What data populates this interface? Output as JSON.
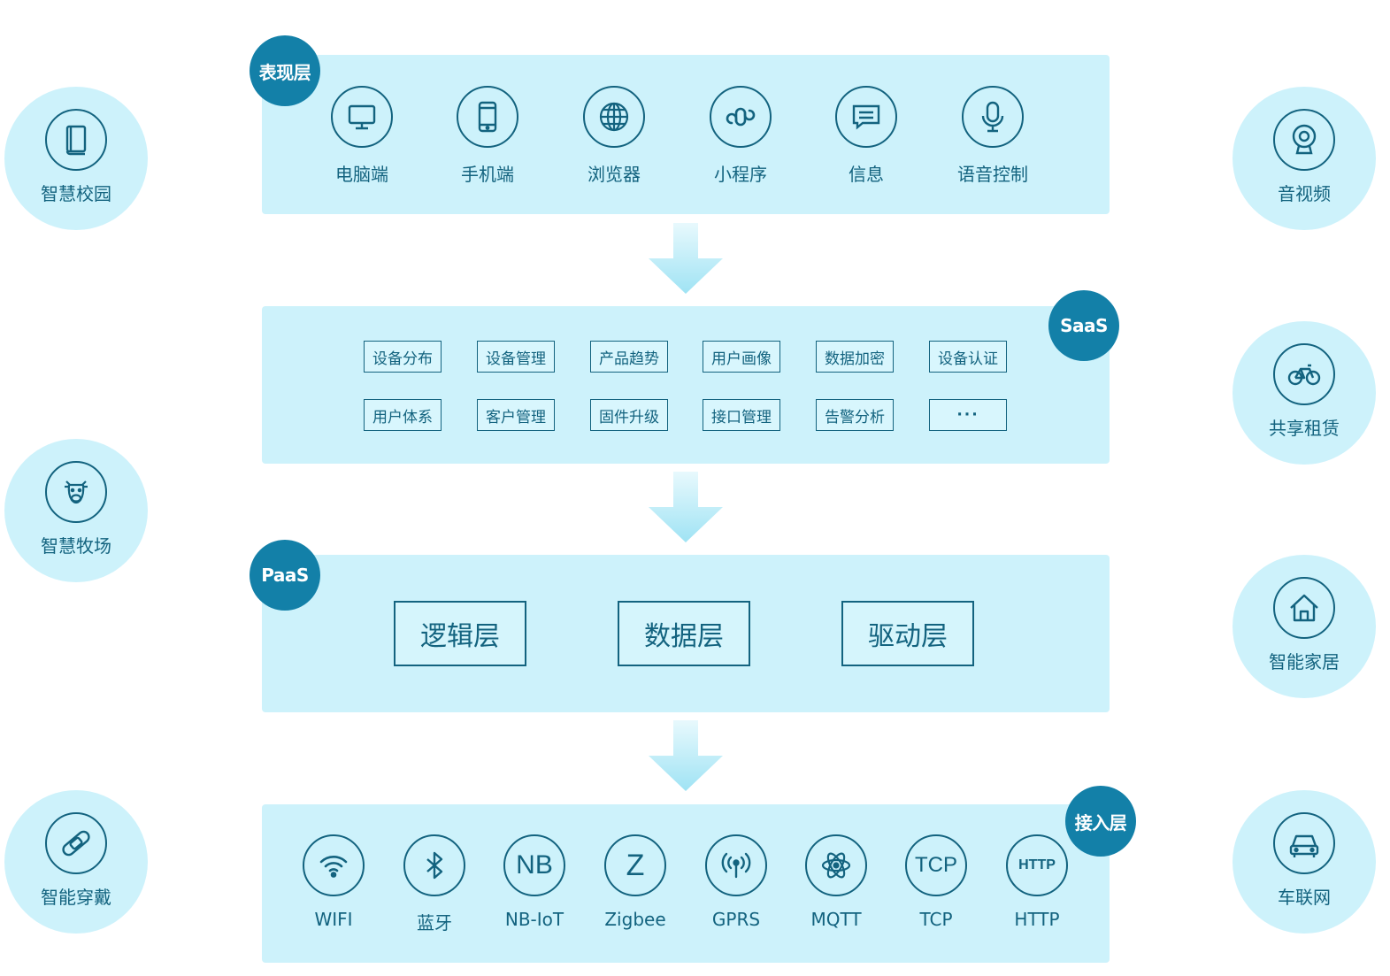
{
  "presentation_layer": {
    "badge": "表现层",
    "items": [
      {
        "label": "电脑端",
        "icon": "monitor-icon"
      },
      {
        "label": "手机端",
        "icon": "phone-icon"
      },
      {
        "label": "浏览器",
        "icon": "globe-icon"
      },
      {
        "label": "小程序",
        "icon": "mini-program-icon"
      },
      {
        "label": "信息",
        "icon": "message-icon"
      },
      {
        "label": "语音控制",
        "icon": "microphone-icon"
      }
    ]
  },
  "saas_layer": {
    "badge": "SaaS",
    "items": [
      "设备分布",
      "设备管理",
      "产品趋势",
      "用户画像",
      "数据加密",
      "设备认证",
      "用户体系",
      "客户管理",
      "固件升级",
      "接口管理",
      "告警分析",
      "···"
    ]
  },
  "paas_layer": {
    "badge": "PaaS",
    "items": [
      "逻辑层",
      "数据层",
      "驱动层"
    ]
  },
  "access_layer": {
    "badge": "接入层",
    "items": [
      {
        "label": "WIFI",
        "icon": "wifi-icon"
      },
      {
        "label": "蓝牙",
        "icon": "bluetooth-icon"
      },
      {
        "label": "NB-IoT",
        "icon": "nb-icon",
        "glyph": "NB"
      },
      {
        "label": "Zigbee",
        "icon": "zigbee-icon",
        "glyph": "Z"
      },
      {
        "label": "GPRS",
        "icon": "antenna-icon"
      },
      {
        "label": "MQTT",
        "icon": "atom-icon"
      },
      {
        "label": "TCP",
        "icon": "tcp-icon",
        "glyph": "TCP"
      },
      {
        "label": "HTTP",
        "icon": "http-icon",
        "glyph": "HTTP"
      }
    ]
  },
  "left_scenarios": [
    {
      "label": "智慧校园",
      "icon": "book-icon"
    },
    {
      "label": "智慧牧场",
      "icon": "cow-icon"
    },
    {
      "label": "智能穿戴",
      "icon": "wristband-icon"
    }
  ],
  "right_scenarios": [
    {
      "label": "音视频",
      "icon": "camera-icon"
    },
    {
      "label": "共享租赁",
      "icon": "bicycle-icon"
    },
    {
      "label": "智能家居",
      "icon": "house-icon"
    },
    {
      "label": "车联网",
      "icon": "car-icon"
    }
  ],
  "colors": {
    "panel": "#cdf2fb",
    "badge": "#1380a8",
    "line": "#13637f",
    "arrow": "#a6e6f5"
  }
}
